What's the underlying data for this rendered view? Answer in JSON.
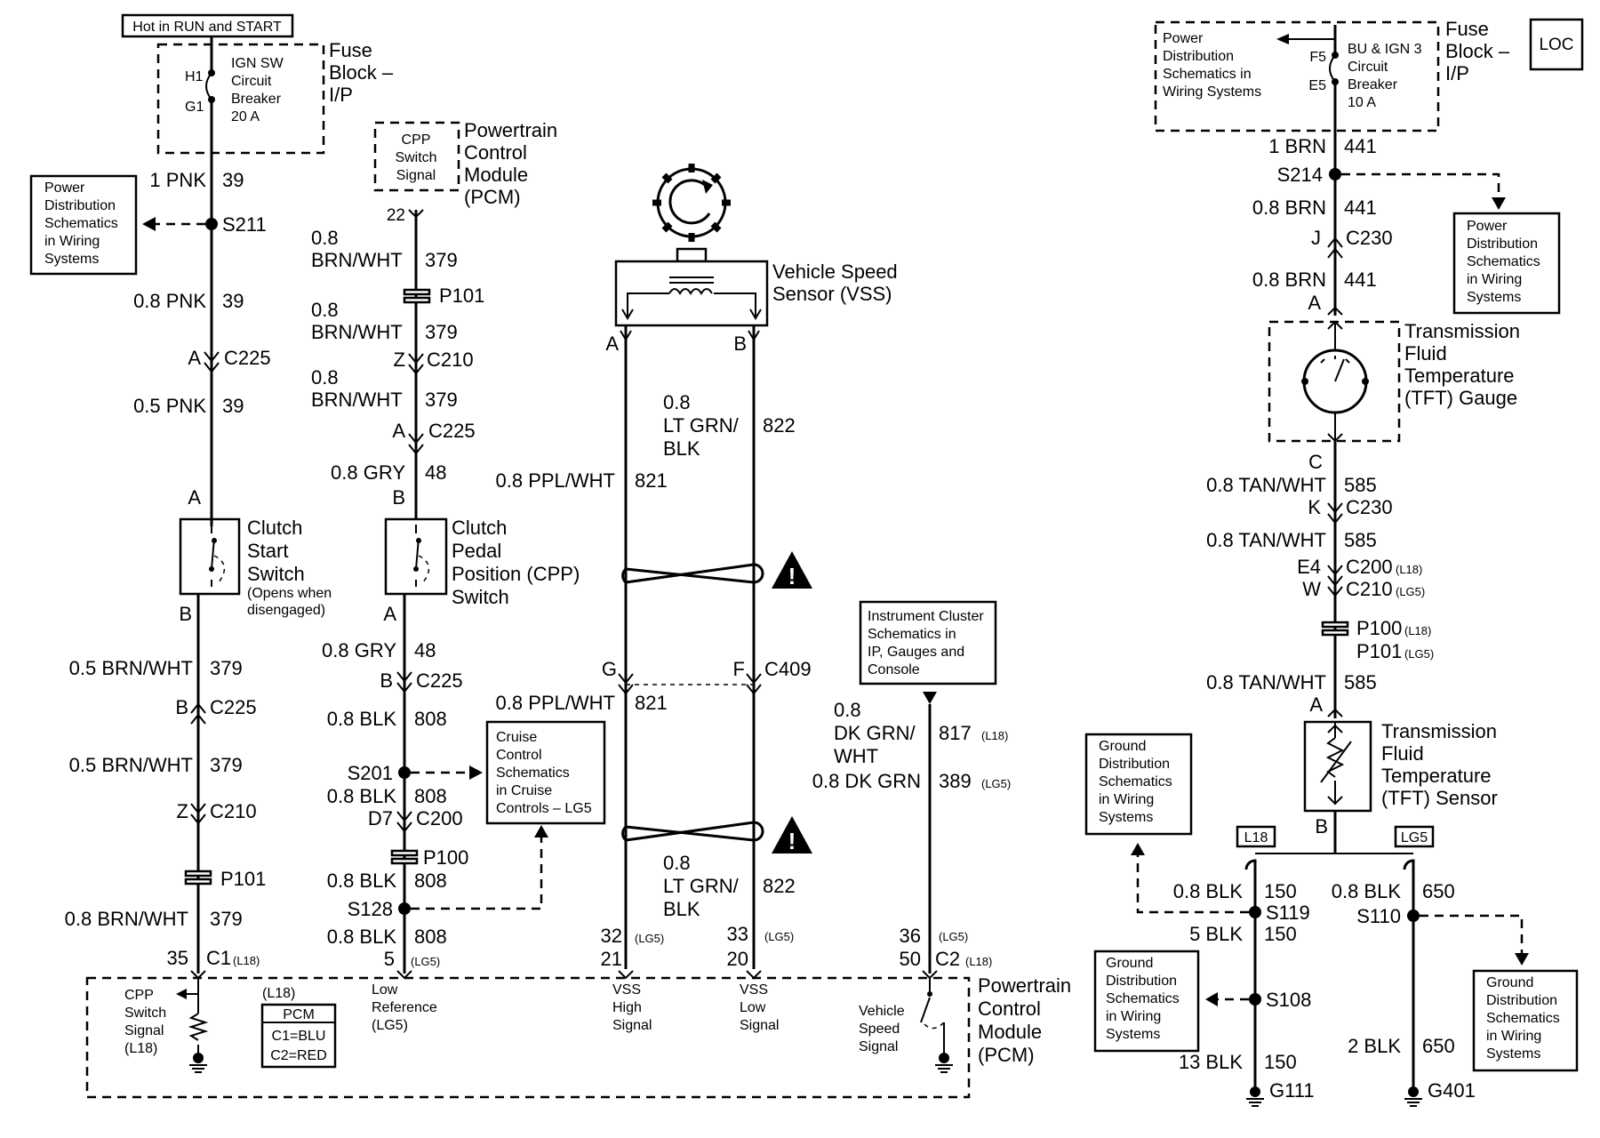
{
  "hot_label": "Hot in RUN and START",
  "fuse_left": {
    "lines": [
      "IGN SW",
      "Circuit",
      "Breaker",
      "20 A"
    ],
    "h1": "H1",
    "g1": "G1",
    "title": [
      "Fuse",
      "Block –",
      "I/P"
    ]
  },
  "fuse_right": {
    "lines": [
      "BU & IGN 3",
      "Circuit",
      "Breaker",
      "10 A"
    ],
    "f5": "F5",
    "e5": "E5",
    "title": [
      "Fuse",
      "Block –",
      "I/P"
    ],
    "power_note": [
      "Power",
      "Distribution",
      "Schematics in",
      "Wiring Systems"
    ]
  },
  "loc": "LOC",
  "power_dist_left": [
    "Power",
    "Distribution",
    "Schematics",
    "in Wiring",
    "Systems"
  ],
  "power_dist_right": [
    "Power",
    "Distribution",
    "Schematics",
    "in Wiring",
    "Systems"
  ],
  "pcm_top": {
    "box": [
      "CPP",
      "Switch",
      "Signal"
    ],
    "title": [
      "Powertrain",
      "Control",
      "Module",
      "(PCM)"
    ],
    "pin": "22"
  },
  "vss": {
    "title": [
      "Vehicle Speed",
      "Sensor (VSS)"
    ],
    "a": "A",
    "b": "B"
  },
  "col1": {
    "w1": "1 PNK",
    "c1": "39",
    "s211": "S211",
    "w2": "0.8 PNK",
    "c2": "39",
    "a": "A",
    "c225a": "C225",
    "w3": "0.5 PNK",
    "c3": "39",
    "sw_a": "A",
    "sw_title": [
      "Clutch",
      "Start",
      "Switch"
    ],
    "sw_note": [
      "(Opens when",
      "disengaged)"
    ],
    "sw_b": "B",
    "w4": "0.5 BRN/WHT",
    "c4": "379",
    "b": "B",
    "c225b": "C225",
    "w5": "0.5 BRN/WHT",
    "c5": "379",
    "z": "Z",
    "c210": "C210",
    "p101": "P101",
    "w6": "0.8 BRN/WHT",
    "c6": "379",
    "pin35": "35",
    "c1conn": "C1",
    "l18": "(L18)"
  },
  "col2": {
    "w1a": "0.8",
    "w1b": "BRN/WHT",
    "c1": "379",
    "p101": "P101",
    "w2a": "0.8",
    "w2b": "BRN/WHT",
    "c2": "379",
    "z": "Z",
    "c210": "C210",
    "w3a": "0.8",
    "w3b": "BRN/WHT",
    "c3": "379",
    "a": "A",
    "c225": "C225",
    "w4": "0.8 GRY",
    "c4": "48",
    "sw_b": "B",
    "sw_title": [
      "Clutch",
      "Pedal",
      "Position (CPP)",
      "Switch"
    ],
    "sw_a": "A",
    "w5": "0.8 GRY",
    "c5": "48",
    "b": "B",
    "c225b": "C225",
    "w6": "0.8 BLK",
    "c6": "808",
    "s201": "S201",
    "w7": "0.8 BLK",
    "c7": "808",
    "d7": "D7",
    "c200": "C200",
    "p100": "P100",
    "w8": "0.8 BLK",
    "c8": "808",
    "s128": "S128",
    "w9": "0.8 BLK",
    "c9": "808",
    "pin5": "5",
    "lg5": "(LG5)"
  },
  "cruise": [
    "Cruise",
    "Control",
    "Schematics",
    "in Cruise",
    "Controls – LG5"
  ],
  "col3": {
    "w_left": "0.8 PPL/WHT",
    "c_left": "821",
    "w_right_a": "0.8",
    "w_right_b": "LT GRN/",
    "w_right_c": "BLK",
    "c_right": "822",
    "g": "G",
    "f": "F",
    "c409": "C409",
    "w_left2": "0.8 PPL/WHT",
    "c_left2": "821",
    "w_right2_a": "0.8",
    "w_right2_b": "LT GRN/",
    "w_right2_c": "BLK",
    "c_right2": "822",
    "pin32": "32",
    "lg5a": "(LG5)",
    "pin21": "21",
    "pin33": "33",
    "lg5b": "(LG5)",
    "pin20": "20"
  },
  "instr": [
    "Instrument Cluster",
    "Schematics in",
    "IP, Gauges and",
    "Console"
  ],
  "col4": {
    "w1a": "0.8",
    "w1b": "DK GRN/",
    "w1c": "WHT",
    "c1": "817",
    "l18": "(L18)",
    "w2": "0.8 DK GRN",
    "c2": "389",
    "lg5": "(LG5)",
    "pin36": "36",
    "lg5b": "(LG5)",
    "pin50": "50",
    "c2conn": "C2",
    "l18b": "(L18)"
  },
  "pcm_bottom": {
    "cpp": [
      "CPP",
      "Switch",
      "Signal",
      "(L18)"
    ],
    "l18": "(L18)",
    "pcm_hdr": "PCM",
    "pcm_c1": "C1=BLU",
    "pcm_c2": "C2=RED",
    "lowref": [
      "Low",
      "Reference",
      "(LG5)"
    ],
    "vss_hi": [
      "VSS",
      "High",
      "Signal"
    ],
    "vss_lo": [
      "VSS",
      "Low",
      "Signal"
    ],
    "vspeed": [
      "Vehicle",
      "Speed",
      "Signal"
    ],
    "title": [
      "Powertrain",
      "Control",
      "Module",
      "(PCM)"
    ]
  },
  "right": {
    "w1": "1 BRN",
    "c1": "441",
    "s214": "S214",
    "w2": "0.8 BRN",
    "c2": "441",
    "j": "J",
    "c230a": "C230",
    "w3": "0.8 BRN",
    "c3": "441",
    "a": "A",
    "gauge_title": [
      "Transmission",
      "Fluid",
      "Temperature",
      "(TFT) Gauge"
    ],
    "c": "C",
    "w4": "0.8 TAN/WHT",
    "c4": "585",
    "k": "K",
    "c230b": "C230",
    "w5": "0.8 TAN/WHT",
    "c5": "585",
    "e4": "E4",
    "c200": "C200",
    "l18": "(L18)",
    "w": "W",
    "c210": "C210",
    "lg5": "(LG5)",
    "p100": "P100",
    "l18b": "(L18)",
    "p101": "P101",
    "lg5b": "(LG5)",
    "w6": "0.8 TAN/WHT",
    "c6": "585",
    "a2": "A",
    "sensor_title": [
      "Transmission",
      "Fluid",
      "Temperature",
      "(TFT) Sensor"
    ],
    "b": "B",
    "opt_l18": "L18",
    "opt_lg5": "LG5",
    "w7": "0.8 BLK",
    "c7": "150",
    "s119": "S119",
    "w8": "0.8 BLK",
    "c8": "650",
    "s110": "S110",
    "w9": "5 BLK",
    "c9": "150",
    "s108": "S108",
    "w10": "13 BLK",
    "c10": "150",
    "g111": "G111",
    "w11": "2 BLK",
    "c11": "650",
    "g401": "G401"
  },
  "ground_a": [
    "Ground",
    "Distribution",
    "Schematics",
    "in Wiring",
    "Systems"
  ],
  "ground_b": [
    "Ground",
    "Distribution",
    "Schematics",
    "in Wiring",
    "Systems"
  ],
  "ground_c": [
    "Ground",
    "Distribution",
    "Schematics",
    "in Wiring",
    "Systems"
  ]
}
